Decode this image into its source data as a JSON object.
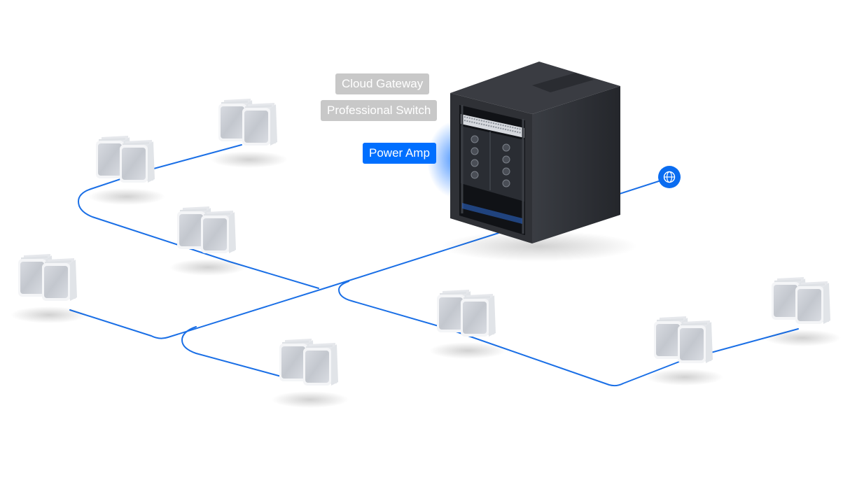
{
  "labels": {
    "cloud_gateway": "Cloud Gateway",
    "professional_switch": "Professional Switch",
    "power_amp": "Power Amp"
  },
  "colors": {
    "cable": "#1a6fe6",
    "accent": "#006fff",
    "label_gray": "#c8c8c8",
    "rack_dark": "#2c2e33",
    "speaker_body": "#eef0f3",
    "speaker_grille": "#c7cad1"
  },
  "icons": {
    "internet": "globe-icon"
  }
}
